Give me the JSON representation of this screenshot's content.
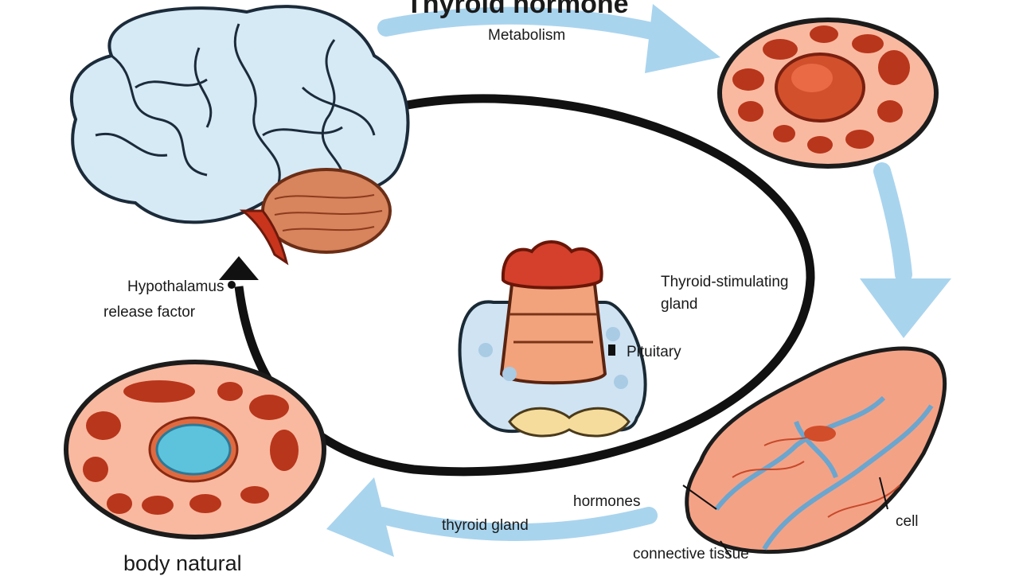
{
  "title": "Thyroid hormone",
  "labels": {
    "top_arrow": "Metabolism",
    "left_arrow_line1": "Hypothalamus",
    "left_arrow_line2": "release factor",
    "right_side_line1": "Thyroid-stimulating",
    "right_side_line2": "gland",
    "thyroid": "Pituitary",
    "bottom_arrow_upper": "hormones",
    "bottom_arrow_lower": "thyroid gland",
    "right_bottom_1": "cell",
    "right_bottom_2": "connective tissue",
    "bottom_left": "body natural"
  },
  "colors": {
    "arrow_blue": "#a9d4ee",
    "cycle_black": "#111111",
    "brain_blue": "#d6eaf6",
    "cell_pink": "#f7b59a",
    "nucleus_red": "#c9401d",
    "organelle_red": "#b8361b",
    "thyroid_red": "#d4402b",
    "thyroid_blue": "#cfe3f3",
    "thyroid_cream": "#f5dc9c"
  },
  "icons": [
    "brain-icon",
    "cell-icon",
    "thyroid-icon",
    "tissue-icon",
    "cycle-arrow-icon"
  ]
}
